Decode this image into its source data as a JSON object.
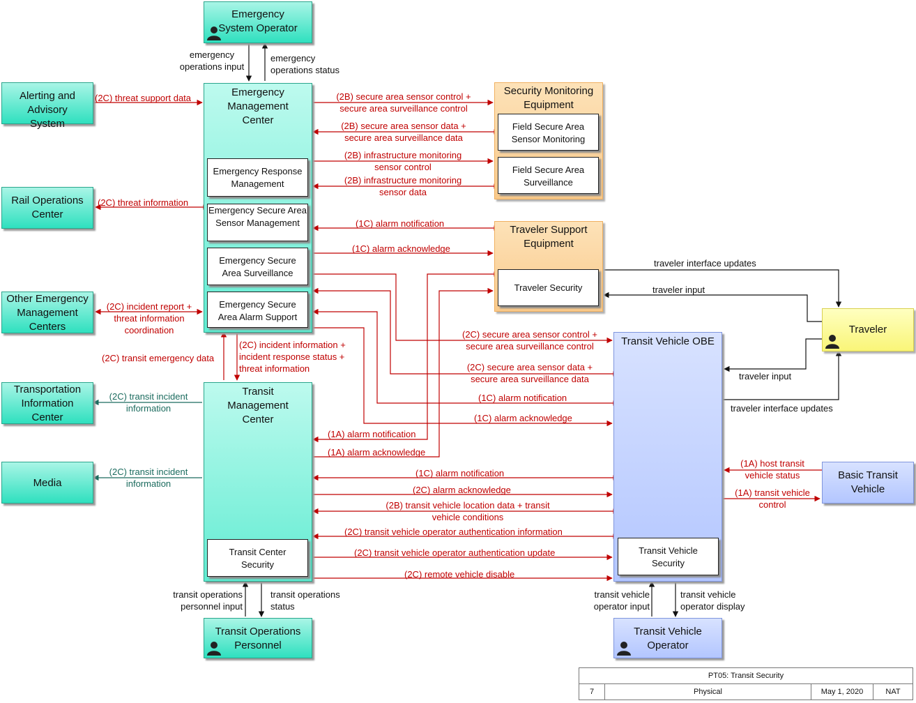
{
  "nodes": {
    "eso": "Emergency System Operator",
    "emc": "Emergency Management Center",
    "aas": "Alerting and Advisory System",
    "roc": "Rail Operations Center",
    "oemc": "Other Emergency Management Centers",
    "tic": "Transportation Information Center",
    "media": "Media",
    "tmc": "Transit Management Center",
    "top": "Transit Operations Personnel",
    "sme": "Security Monitoring Equipment",
    "tse": "Traveler Support Equipment",
    "traveler": "Traveler",
    "tvobe": "Transit Vehicle OBE",
    "btv": "Basic Transit Vehicle",
    "tvo": "Transit Vehicle Operator"
  },
  "subs": {
    "erm": "Emergency Response Management",
    "esasm": "Emergency Secure Area Sensor Management",
    "esas": "Emergency Secure Area Surveillance",
    "esaas": "Emergency Secure Area Alarm Support",
    "fsasm": "Field Secure Area Sensor Monitoring",
    "fsas": "Field Secure Area Surveillance",
    "ts": "Traveler Security",
    "tcs": "Transit Center Security",
    "tvs": "Transit Vehicle Security"
  },
  "flows": {
    "eoi": "emergency operations input",
    "eos": "emergency operations status",
    "tsd": "(2C) threat support data",
    "ti": "(2C) threat information",
    "ir": "(2C) incident report + threat information coordination",
    "tii1": "(2C) transit incident information",
    "tii2": "(2C) transit incident information",
    "ted": "(2C) transit emergency data",
    "iinfo": "(2C) incident information + incident response status + threat information",
    "sasc": "(2B) secure area sensor control + secure area surveillance control",
    "sasd": "(2B) secure area sensor data + secure area surveillance data",
    "imsc": "(2B) infrastructure monitoring sensor control",
    "imsd": "(2B) infrastructure monitoring sensor data",
    "an1": "(1C) alarm notification",
    "aa1": "(1C) alarm acknowledge",
    "tiu1": "traveler interface updates",
    "tin1": "traveler input",
    "sasc2": "(2C) secure area sensor control + secure area surveillance control",
    "sasd2": "(2C) secure area sensor data + secure area surveillance data",
    "an2": "(1C) alarm notification",
    "aa2": "(1C) alarm acknowledge",
    "tin2": "traveler input",
    "tiu2": "traveler interface updates",
    "an3": "(1A) alarm notification",
    "aa3": "(1A) alarm acknowledge",
    "an4": "(1C) alarm notification",
    "aa4": "(2C) alarm acknowledge",
    "tvld": "(2B) transit vehicle location data + transit vehicle conditions",
    "tvoai": "(2C) transit vehicle operator authentication information",
    "tvoau": "(2C) transit vehicle operator authentication update",
    "rvd": "(2C) remote vehicle disable",
    "hts": "(1A) host transit vehicle status",
    "tvc": "(1A) transit vehicle control",
    "toi": "transit operations personnel input",
    "tos": "transit operations status",
    "tvoi": "transit vehicle operator input",
    "tvod": "transit vehicle operator display"
  },
  "titleblock": {
    "title": "PT05: Transit Security",
    "page": "7",
    "view": "Physical",
    "date": "May 1, 2020",
    "org": "NAT"
  },
  "colors": {
    "center": "#4fe8cb",
    "field": "#f9c98a",
    "vehicle": "#b3c6ff",
    "traveler": "#f9f578",
    "flow_red": "#c00000",
    "flow_black": "#111111",
    "flow_green": "#1b6b5e"
  }
}
